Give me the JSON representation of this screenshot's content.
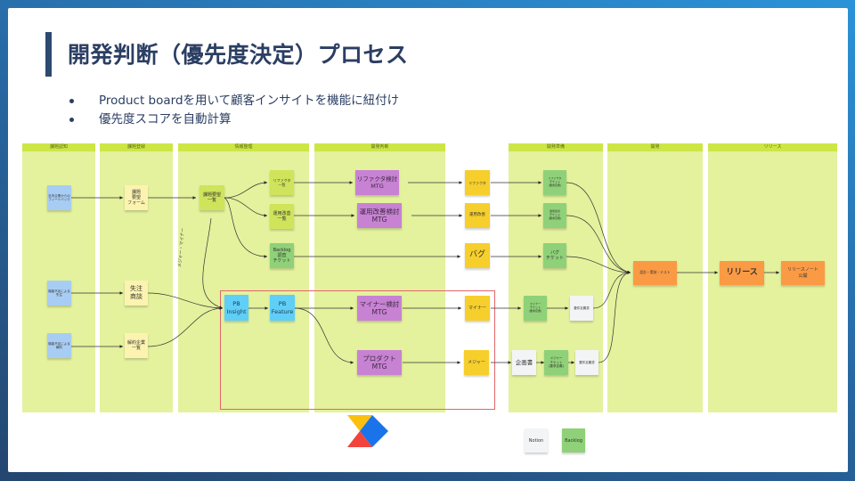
{
  "slide": {
    "title": "開発判断（優先度決定）プロセス",
    "bullets": [
      "Product boardを用いて顧客インサイトを機能に紐付け",
      "優先度スコアを自動計算"
    ]
  },
  "diagram": {
    "columns": [
      {
        "id": "awareness",
        "label": "課題認知"
      },
      {
        "id": "registration",
        "label": "課題登録"
      },
      {
        "id": "organize",
        "label": "情報整理"
      },
      {
        "id": "decision",
        "label": "開発判断"
      },
      {
        "id": "preparation",
        "label": "開発準備"
      },
      {
        "id": "development",
        "label": "開発"
      },
      {
        "id": "release",
        "label": "リリース"
      }
    ],
    "nodes": {
      "feedback": "社内企業からの\nフィードバック",
      "lost_deal_reason": "機能不足による\n失注",
      "churn_reason": "機能不足による\n解約",
      "request_form": "課題\n要望\nフォーム",
      "lost_deals": "失注\n商談",
      "churned_companies": "解約企業\n一覧",
      "request_list": "課題要望\n一覧",
      "refactor_list": "リファクタ\n一覧",
      "ops_list": "運用改善\n一覧",
      "backlog_ticket": "Backlog\n調査\nチケット",
      "pb_insight": "PB\nInsight",
      "pb_feature": "PB\nFeature",
      "refactor_mtg": "リファクタ検討\nMTG",
      "ops_mtg": "運用改善検討\nMTG",
      "minor_mtg": "マイナー検討\nMTG",
      "product_mtg": "プロダクト\nMTG",
      "refactor": "リファクタ",
      "ops": "運用改善",
      "bug": "バグ",
      "minor": "マイナー",
      "major": "メジャー",
      "refactor_ticket": "リファクタ\nチケット\n(要求定義)",
      "ops_ticket": "運用改善\nチケット\n(要求定義)",
      "bug_ticket": "バグ\nチケット",
      "minor_ticket": "マイナー\nチケット\n(要求定義)",
      "minor_spec": "要件定義書",
      "proposal": "企画書",
      "major_ticket": "メジャー\nチケット\n(要求定義)",
      "major_spec": "要件定義書",
      "design_impl_test": "設計・実装・テスト",
      "release": "リリース",
      "release_note": "リリースノート\n公開"
    },
    "curve_label": "メジャー・マイナー",
    "legend": [
      {
        "label": "Notion",
        "color": "#f3f4f6"
      },
      {
        "label": "Backlog",
        "color": "#8fd178"
      }
    ]
  },
  "logo": {
    "colors": [
      "#fbbf10",
      "#1a73e8",
      "#f2443c"
    ]
  }
}
